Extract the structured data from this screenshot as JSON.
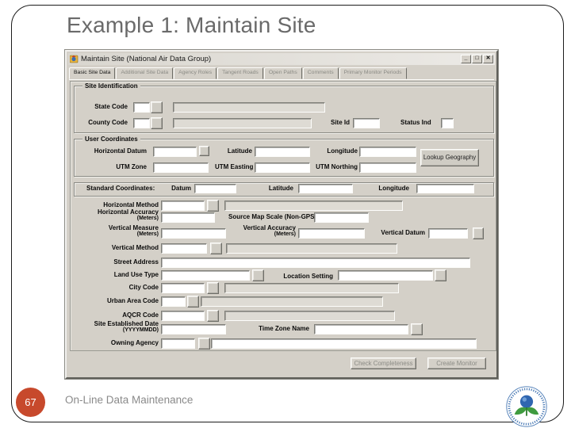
{
  "slide": {
    "title": "Example 1: Maintain Site",
    "page_number": "67",
    "footer_text": "On-Line Data Maintenance",
    "colors": {
      "page_badge": "#c7492c",
      "title_text": "#6a6a6a",
      "window_chrome": "#d4d0c8",
      "epa_blue": "#3c6cb0",
      "epa_green": "#3f9b3f"
    }
  },
  "window": {
    "title": "Maintain Site (National Air Data Group)",
    "controls": {
      "minimize": "_",
      "maximize": "□",
      "close": "✕"
    },
    "tabs": [
      {
        "label": "Basic Site Data",
        "active": true
      },
      {
        "label": "Additional Site Data",
        "active": false
      },
      {
        "label": "Agency Roles",
        "active": false
      },
      {
        "label": "Tangent Roads",
        "active": false
      },
      {
        "label": "Open Paths",
        "active": false
      },
      {
        "label": "Comments",
        "active": false
      },
      {
        "label": "Primary Monitor Periods",
        "active": false
      }
    ],
    "form": {
      "groups": {
        "site_identification": "Site Identification",
        "user_coordinates": "User Coordinates",
        "standard_coordinates": "Standard Coordinates:"
      },
      "fields": {
        "state_code": "State Code",
        "county_code": "County Code",
        "site_id": "Site Id",
        "status_ind": "Status Ind",
        "horizontal_datum": "Horizontal Datum",
        "latitude": "Latitude",
        "longitude": "Longitude",
        "utm_zone": "UTM Zone",
        "utm_easting": "UTM Easting",
        "utm_northing": "UTM Northing",
        "datum": "Datum",
        "std_latitude": "Latitude",
        "std_longitude": "Longitude",
        "horizontal_method": "Horizontal Method",
        "horizontal_accuracy": "Horizontal Accuracy",
        "meters": "(Meters)",
        "source_map_scale": "Source Map Scale (Non-GPS)",
        "vertical_measure": "Vertical Measure",
        "vertical_accuracy": "Vertical Accuracy",
        "vertical_datum": "Vertical Datum",
        "vertical_method": "Vertical Method",
        "street_address": "Street Address",
        "land_use_type": "Land Use Type",
        "location_setting": "Location Setting",
        "city_code": "City Code",
        "urban_area_code": "Urban Area Code",
        "aqcr_code": "AQCR Code",
        "site_established_date": "Site Established Date",
        "date_format": "(YYYYMMDD)",
        "time_zone_name": "Time Zone Name",
        "owning_agency": "Owning Agency"
      },
      "buttons": {
        "lookup_geography": "Lookup Geography",
        "check_completeness": "Check Completeness",
        "create_monitor": "Create Monitor"
      }
    }
  }
}
